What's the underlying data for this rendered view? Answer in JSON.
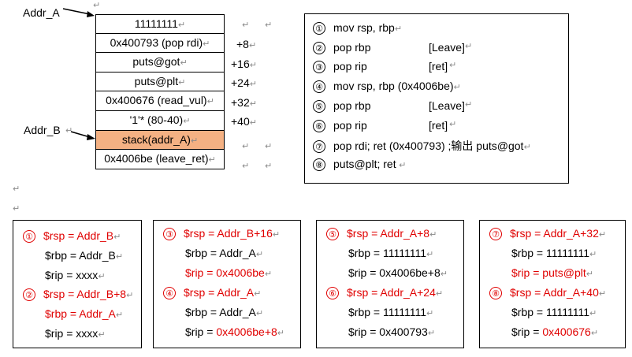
{
  "labels": {
    "addr_a": "Addr_A",
    "addr_b": "Addr_B"
  },
  "stack": {
    "cells": [
      "11111111",
      "0x400793 (pop rdi)",
      "puts@got",
      "puts@plt",
      "0x400676 (read_vul)",
      "'1'* (80-40)",
      "stack(addr_A)",
      "0x4006be (leave_ret)"
    ],
    "offsets": [
      "+8",
      "+16",
      "+24",
      "+32",
      "+40"
    ]
  },
  "instructions": [
    {
      "num": "①",
      "text": "mov rsp, rbp",
      "comment": ""
    },
    {
      "num": "②",
      "text": "pop rbp",
      "comment": "[Leave]"
    },
    {
      "num": "③",
      "text": "pop rip",
      "comment": "[ret]"
    },
    {
      "num": "④",
      "text": "mov rsp, rbp (0x4006be)",
      "comment": ""
    },
    {
      "num": "⑤",
      "text": "pop rbp",
      "comment": "[Leave]"
    },
    {
      "num": "⑥",
      "text": "pop rip",
      "comment": "[ret]"
    },
    {
      "num": "⑦",
      "text": "pop rdi; ret (0x400793) ;输出  puts@got",
      "comment": ""
    },
    {
      "num": "⑧",
      "text": "puts@plt; ret",
      "comment": ""
    }
  ],
  "states": [
    {
      "a_num": "①",
      "a_rsp": "$rsp = Addr_B",
      "a_rbp": "$rbp = Addr_B",
      "a_rip": "$rip = xxxx",
      "b_num": "②",
      "b_rsp": "$rsp = Addr_B+8",
      "b_rbp": "$rbp = Addr_A",
      "b_rip": "$rip = xxxx"
    },
    {
      "a_num": "③",
      "a_rsp": "$rsp = Addr_B+16",
      "a_rbp": "$rbp = Addr_A",
      "a_rip": "$rip = 0x4006be",
      "b_num": "④",
      "b_rsp": "$rsp = Addr_A",
      "b_rbp": "$rbp = Addr_A",
      "b_rip_prefix": "$rip = ",
      "b_rip_value": "0x4006be+8"
    },
    {
      "a_num": "⑤",
      "a_rsp": "$rsp = Addr_A+8",
      "a_rbp": "$rbp = 11111111",
      "a_rip": "$rip = 0x4006be+8",
      "b_num": "⑥",
      "b_rsp": "$rsp = Addr_A+24",
      "b_rbp": "$rbp = 11111111",
      "b_rip": "$rip = 0x400793"
    },
    {
      "a_num": "⑦",
      "a_rsp": "$rsp = Addr_A+32",
      "a_rbp": "$rbp = 11111111",
      "a_rip": "$rip = puts@plt",
      "b_num": "⑧",
      "b_rsp": "$rsp = Addr_A+40",
      "b_rbp": "$rbp = 11111111",
      "b_rip_prefix": "$rip = ",
      "b_rip_value": "0x400676"
    }
  ]
}
